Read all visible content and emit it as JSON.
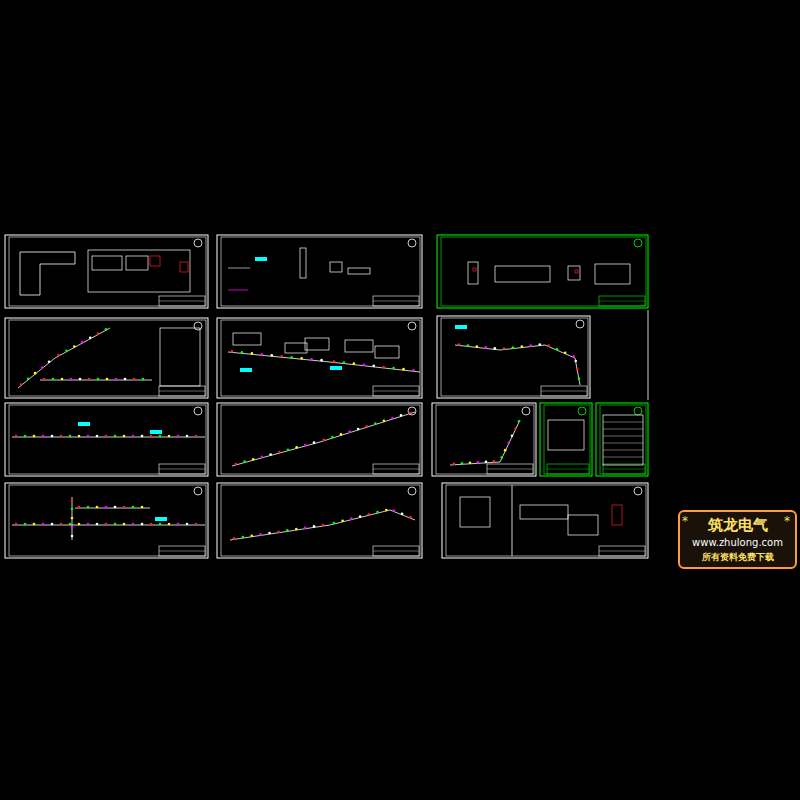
{
  "diagram": {
    "nodes": [
      {
        "text": [
          "筑龙电气",
          "www.zhulong.com",
          "所有资料免费下载"
        ]
      }
    ],
    "labels": [
      "*",
      "*"
    ]
  }
}
